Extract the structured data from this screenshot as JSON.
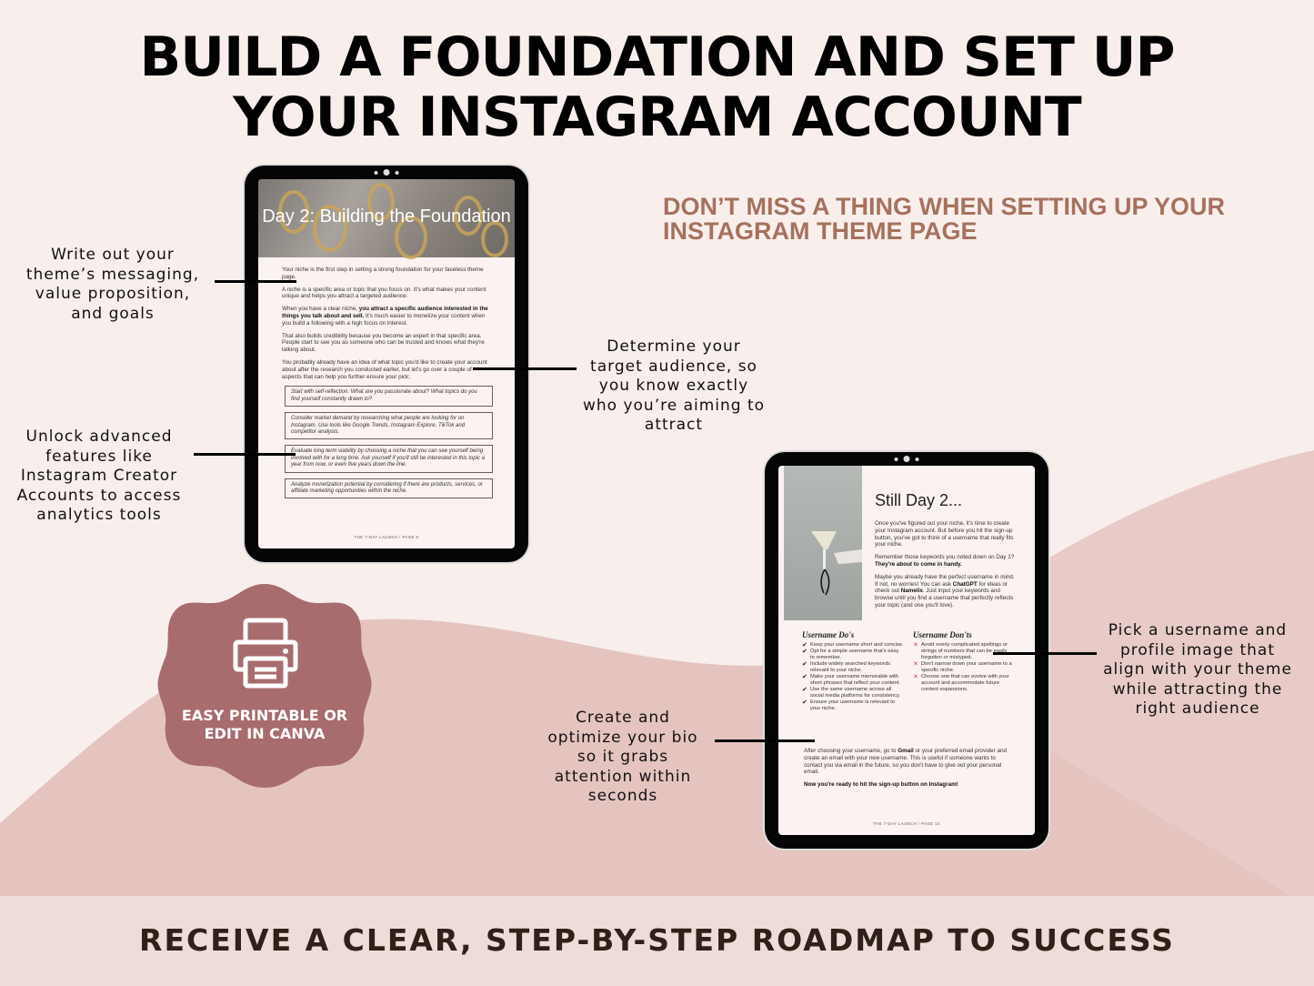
{
  "title": {
    "line1": "BUILD A FOUNDATION AND SET UP",
    "line2": "YOUR INSTAGRAM ACCOUNT"
  },
  "subheading": {
    "line1": "DON’T MISS A THING WHEN SETTING UP YOUR",
    "line2": "INSTAGRAM THEME PAGE"
  },
  "callouts": {
    "messaging": [
      "Write out your",
      "theme’s messaging,",
      "value proposition,",
      "and goals"
    ],
    "advanced": [
      "Unlock advanced",
      "features like",
      "Instagram Creator",
      "Accounts to access",
      "analytics tools"
    ],
    "audience": [
      "Determine your",
      "target audience, so",
      "you know exactly",
      "who you’re aiming to",
      "attract"
    ],
    "username": [
      "Pick a username and",
      "profile image that",
      "align with your theme",
      "while attracting the",
      "right audience"
    ],
    "bio": [
      "Create and",
      "optimize your bio",
      "so it grabs",
      "attention within",
      "seconds"
    ]
  },
  "badge": {
    "line1": "EASY PRINTABLE OR",
    "line2": "EDIT IN CANVA",
    "icon": "printer-icon"
  },
  "tagline": "RECEIVE A CLEAR, STEP-BY-STEP ROADMAP TO SUCCESS",
  "tablet1": {
    "hero_title": "Day 2: Building the Foundation",
    "paragraphs": [
      "Your niche is the first step in setting a strong foundation for your faceless theme page.",
      "A niche is a specific area or topic that you focus on. It's what makes your content unique and helps you attract a targeted audience."
    ],
    "p3_pre": "When you have a clear niche, ",
    "p3_bold": "you attract a specific audience interested in the things you talk about and sell.",
    "p3_post": " It's much easier to monetize your content when you build a following with a high focus on interest.",
    "p4": "That also builds credibility because you become an expert in that specific area. People start to see you as someone who can be trusted and knows what they're talking about.",
    "p5": "You probably already have an idea of what topic you'd like to create your account about after the research you conducted earlier, but let's go over a couple of aspects that can help you further ensure your pick:",
    "boxes": [
      "Start with self-reflection. What are you passionate about? What topics do you find yourself constantly drawn to?",
      "Consider market demand by researching what people are looking for on Instagram. Use tools like Google Trends, Instagram Explore, TikTok and competitor analysis.",
      "Evaluate long-term viability by choosing a niche that you can see yourself being involved with for a long time. Ask yourself if you'll still be interested in this topic a year from now, or even five years down the line.",
      "Analyze monetization potential by considering if there are products, services, or affiliate marketing opportunities within the niche."
    ],
    "footer": "THE 7-DAY LAUNCH / PAGE 8"
  },
  "tablet2": {
    "title": "Still Day 2...",
    "p1": "Once you've figured out your niche, it's time to create your Instagram account. But before you hit the sign-up button, you've got to think of a username that really fits your niche.",
    "p2_pre": "Remember those keywords you noted down on Day 1? ",
    "p2_bold": "They're about to come in handy.",
    "p3_pre": "Maybe you already have the perfect username in mind. If not, no worries! You can ask ",
    "p3_bold1": "ChatGPT",
    "p3_mid": " for ideas or check out ",
    "p3_bold2": "Namelix",
    "p3_post": ". Just input your keywords and browse until you find a username that perfectly reflects your topic (and one you'll love).",
    "dos_title": "Username Do's",
    "dos": [
      "Keep your username short and concise.",
      "Opt for a simple username that's easy to remember.",
      "Include widely searched keywords relevant to your niche.",
      "Make your username memorable with short phrases that reflect your content.",
      "Use the same username across all social media platforms for consistency.",
      "Ensure your username is relevant to your niche."
    ],
    "donts_title": "Username Don'ts",
    "donts": [
      "Avoid overly complicated spellings or strings of numbers that can be easily forgotten or mistyped.",
      "Don't narrow down your username to a specific niche.",
      "Choose one that can evolve with your account and accommodate future content expansions."
    ],
    "p4_pre": "After choosing your username, go to ",
    "p4_bold": "Gmail",
    "p4_post": " or your preferred email provider and create an email with your new username. This is useful if someone wants to contact you via email in the future, so you don't have to give out your personal email.",
    "p5": "Now you're ready to hit the sign-up button on Instagram!",
    "footer": "THE 7-DAY LAUNCH / PAGE 14"
  },
  "colors": {
    "background": "#f8efed",
    "wave_light": "#e6c5bf",
    "wave_dark": "#dcb4ad",
    "accent_text": "#a6715d",
    "badge": "#a86c6e",
    "tagline": "#2e2119"
  }
}
